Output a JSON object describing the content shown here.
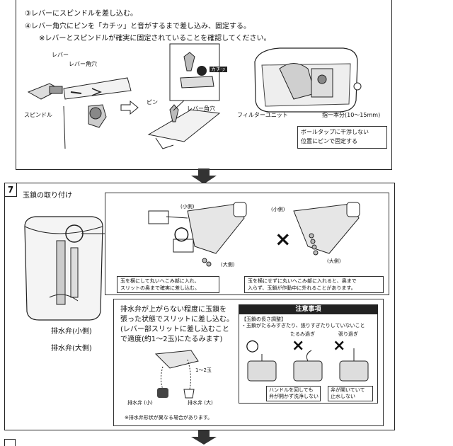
{
  "top": {
    "step3": "③レバーにスピンドルを差し込む。",
    "step4": "④レバー角穴にピンを「カチッ」と音がするまで差し込み、固定する。",
    "note": "※レバーとスピンドルが確実に固定されていることを確認してください。",
    "labels": {
      "lever": "レバー",
      "lever_hole": "レバー角穴",
      "spindle": "スピンドル",
      "pin": "ピン",
      "lever_hole2": "レバー角穴",
      "click": "カチッ",
      "filter_unit": "フィルターユニット",
      "finger": "指一本分(10～15mm)",
      "ball_tap_note_1": "ボールタップに干渉しない",
      "ball_tap_note_2": "位置にピンで固定する"
    }
  },
  "section7": {
    "number": "7",
    "title": "玉鎖の取り付け",
    "drain_small": "排水弁(小側)",
    "drain_large": "排水弁(大側)",
    "ok_box": {
      "small_side": "(小側)",
      "large_side": "(大側)",
      "caption_1": "玉を横にして丸いへこみ部に入れ、",
      "caption_2": "スリットの奥まで確実に差し込む。"
    },
    "ng_box": {
      "small_side": "(小側)",
      "large_side": "(大側)",
      "caption_1": "玉を横にせずに丸いへこみ部に入れると、奥まで",
      "caption_2": "入らず、玉鎖が作動中に外れることがあります。"
    },
    "instruction": [
      "排水弁が上がらない程度に玉鎖を",
      "張った状態でスリットに差し込む。",
      "(レバー部スリットに差し込むこと",
      "で適度(約1～2玉)にたるみます)"
    ],
    "one_two": "1～2玉",
    "valve_small": "排水弁 (小)",
    "valve_large": "排水弁 (大)",
    "caution": {
      "title": "注意事項",
      "subtitle": "【玉鎖の長さ調整】",
      "desc": "・玉鎖がたるみすぎたり、張りすぎたりしていないこと",
      "too_slack": "たるみ過ぎ",
      "too_tight": "張り過ぎ",
      "note_slack_1": "ハンドルを回しても",
      "note_slack_2": "弁が開かず洗浄しない",
      "note_tight_1": "弁が開いていて",
      "note_tight_2": "止水しない"
    },
    "footnote": "※排水弁形状が異なる場合があります。"
  },
  "marks": {
    "ok": "○",
    "ng": "×"
  }
}
